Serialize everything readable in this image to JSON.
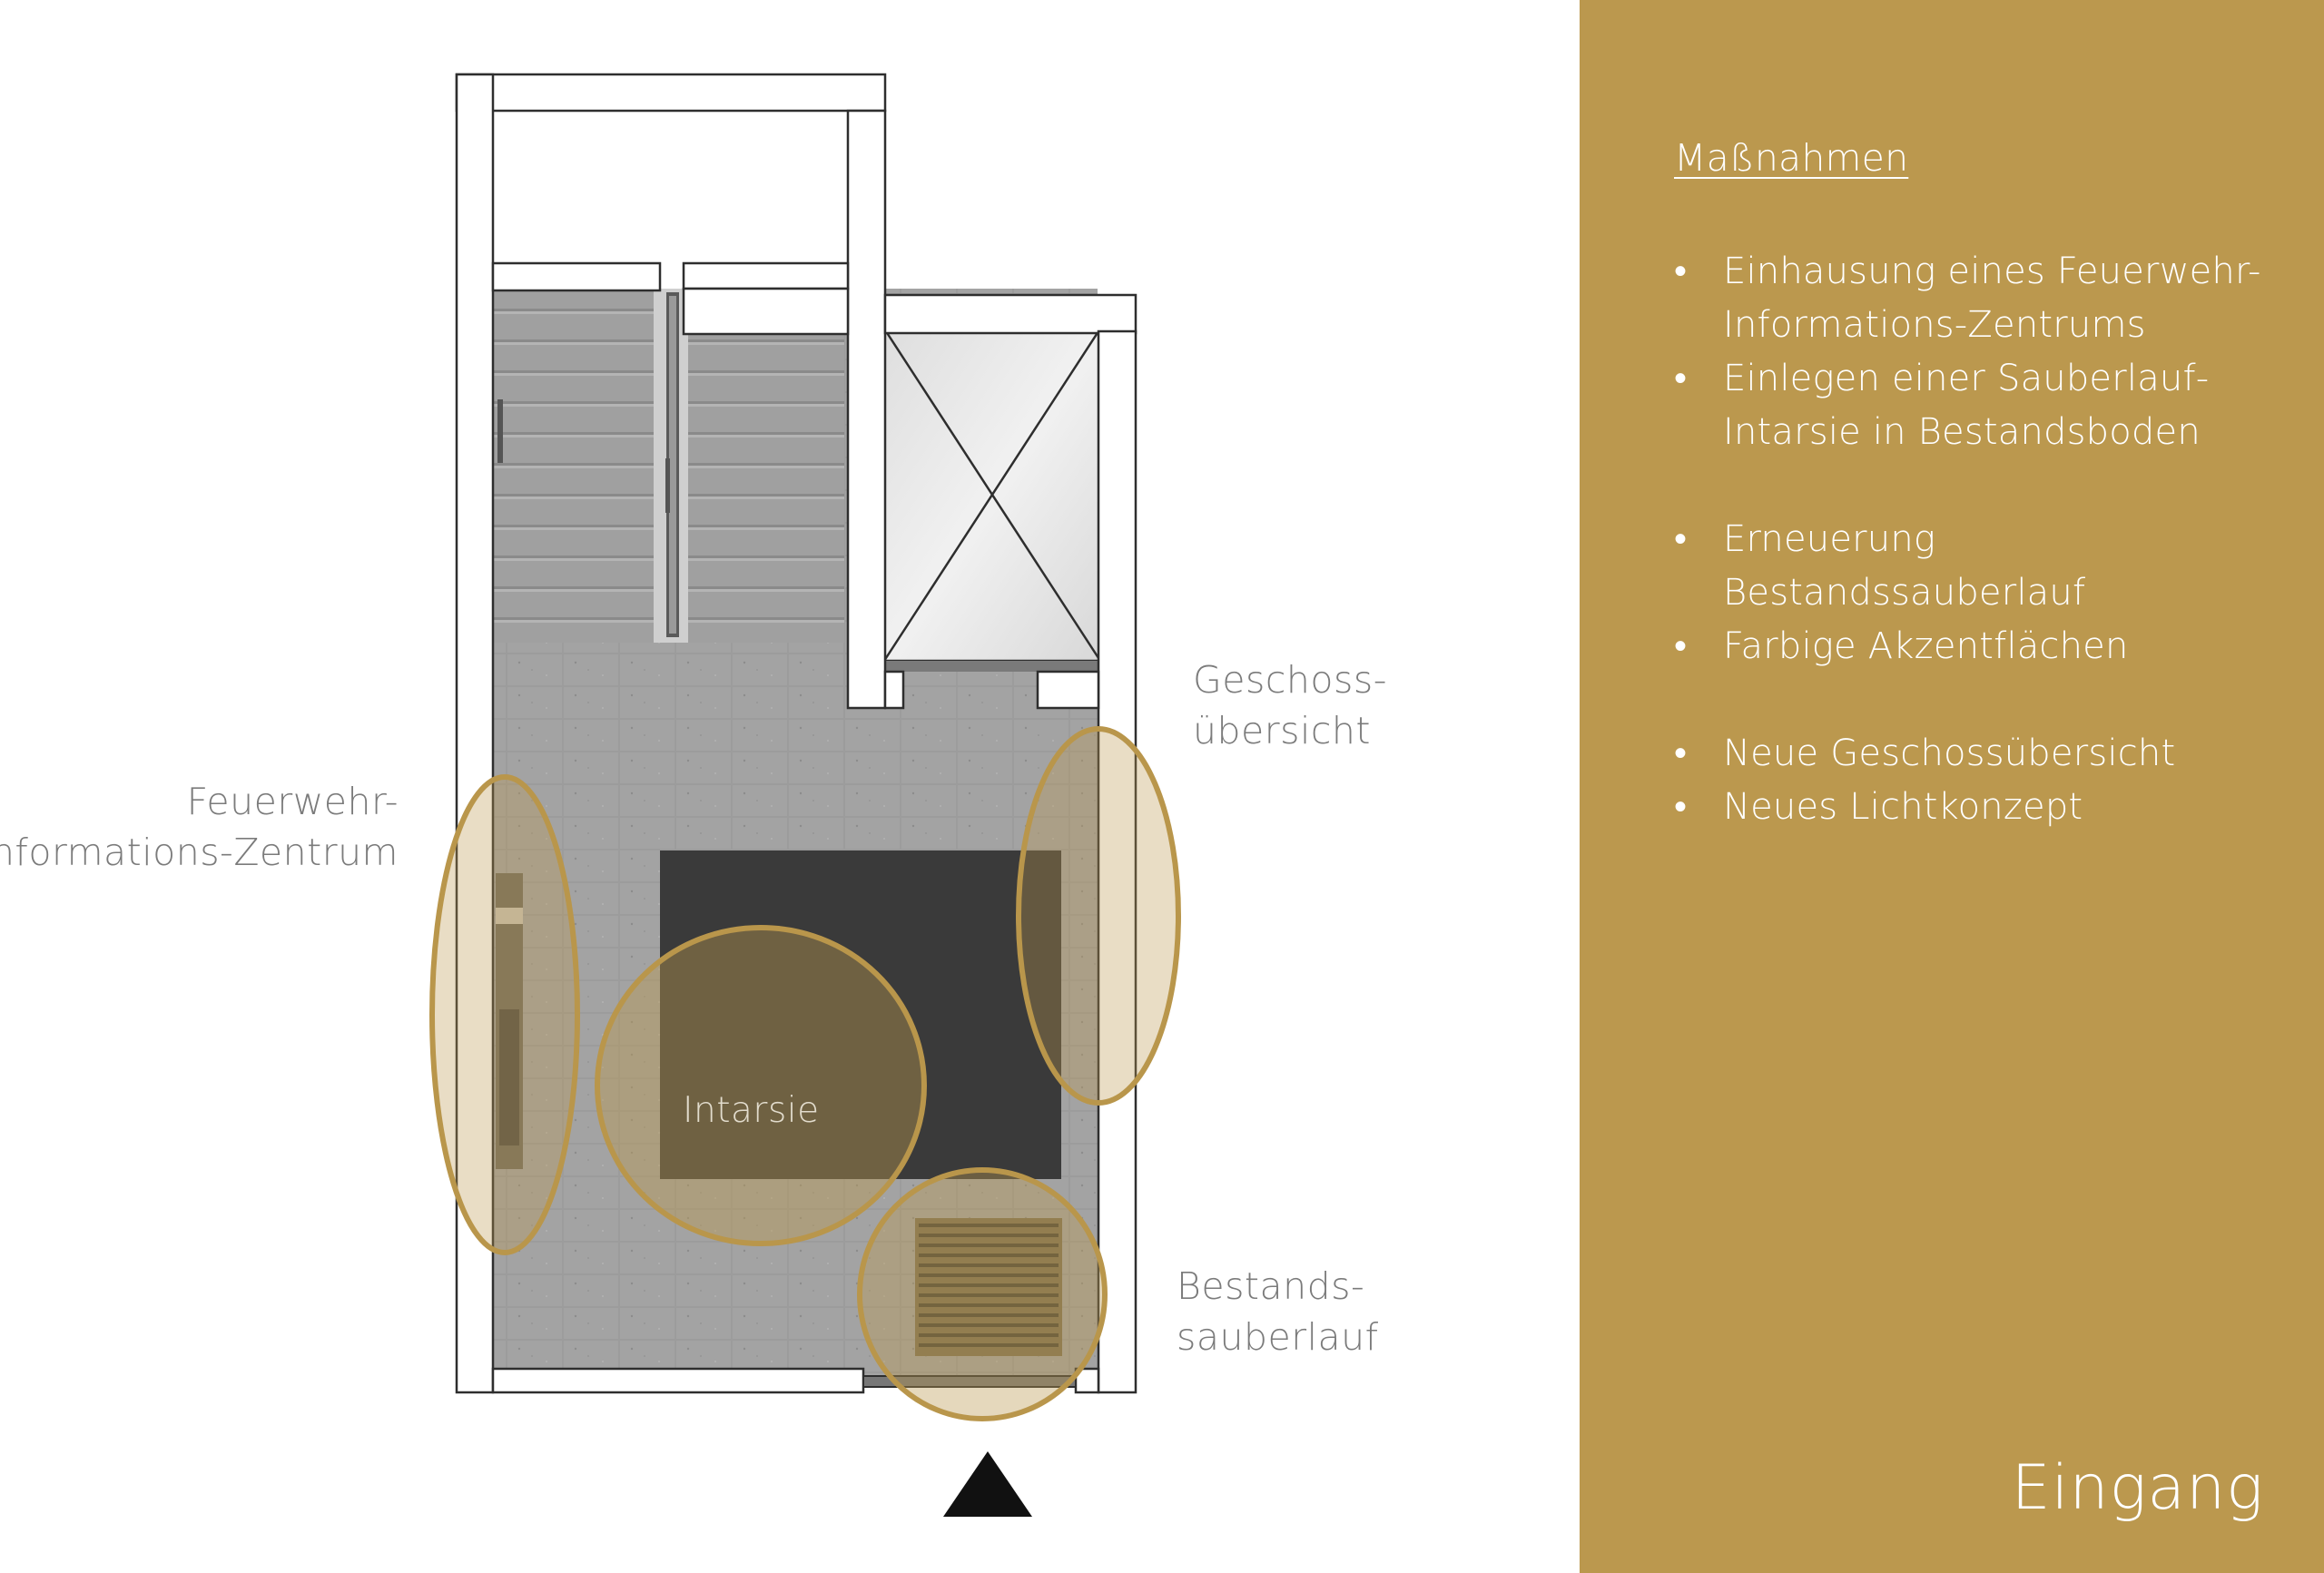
{
  "panel": {
    "heading": "Maßnahmen",
    "measures": [
      [
        "Einhausung eines Feuerwehr-",
        "Informations-Zentrums"
      ],
      [
        "Einlegen einer Sauberlauf-",
        "Intarsie in Bestandsboden"
      ],
      [
        "Erneuerung Bestandssauberlauf"
      ],
      [
        "Farbige Akzentflächen"
      ],
      [
        "Neue Geschossübersicht"
      ],
      [
        "Neues Lichtkonzept"
      ]
    ],
    "group_starts": [
      2,
      4
    ],
    "entrance_label": "Eingang"
  },
  "callouts": {
    "fiz": [
      "Feuerwehr-",
      "Informations-Zentrum"
    ],
    "geschoss": [
      "Geschoss-",
      "übersicht"
    ],
    "bestand": [
      "Bestands-",
      "sauberlauf"
    ],
    "intarsie": "Intarsie"
  },
  "colors": {
    "panel_gold": "#bb984e",
    "highlight_fill": "#e9d9bb",
    "highlight_stroke": "#b9964b",
    "floor": "#9a9a9a",
    "intarsie_mat": "#3a3a3a",
    "callout_text": "#7b7b7b"
  },
  "icons": {
    "entrance_marker": "triangle-up-icon"
  }
}
